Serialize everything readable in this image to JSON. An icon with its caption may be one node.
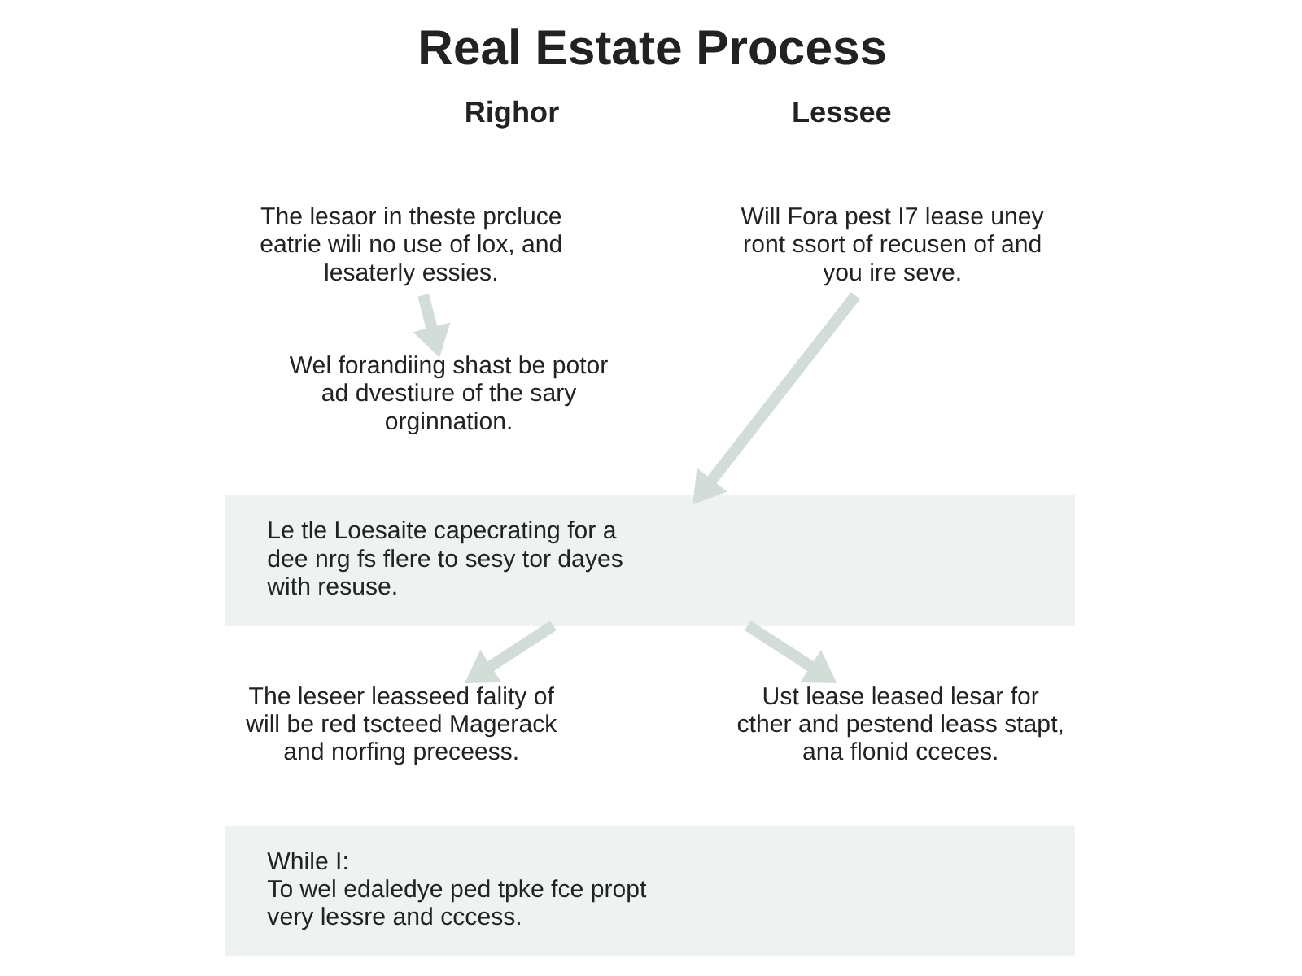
{
  "diagram": {
    "title": "Real Estate Process",
    "nodes": [
      {
        "text": [
          "The lesaor in theste prcluce eatrie wili no use of lox, and lesaterly essies."
        ]
      },
      {
        "text": [
          "Will Fora pest I7 lease uney ront ssort of recusen of and you ire seve."
        ]
      },
      {
        "text": [
          "Wel forandiing shast be potor ad dvestiure of the sary orginnation."
        ]
      },
      {
        "text": [
          "Le tle Loesaite capecrating for a dee nrg fs flere to sesy tor dayes with resuse."
        ]
      },
      {
        "text": [
          "The leseer leasseed fality of will be red tscteed Magerack and norfing preceess."
        ]
      },
      {
        "text": [
          "Ust lease leased lesar for cther and pestend leass stapt, ana flonid cceces."
        ]
      },
      {
        "text": [
          "While I:",
          "To wel edaledye ped tpke fce propt very lessre and cccess."
        ]
      }
    ],
    "edges": [
      {
        "from": 0,
        "to": 2,
        "arrow": "to"
      },
      {
        "from": 1,
        "to": 3,
        "arrow": "to"
      },
      {
        "from": 3,
        "to": 4,
        "arrow": "to"
      },
      {
        "from": 3,
        "to": 5,
        "arrow": "to"
      }
    ],
    "labels": [
      "Righor",
      "Lessee"
    ]
  }
}
